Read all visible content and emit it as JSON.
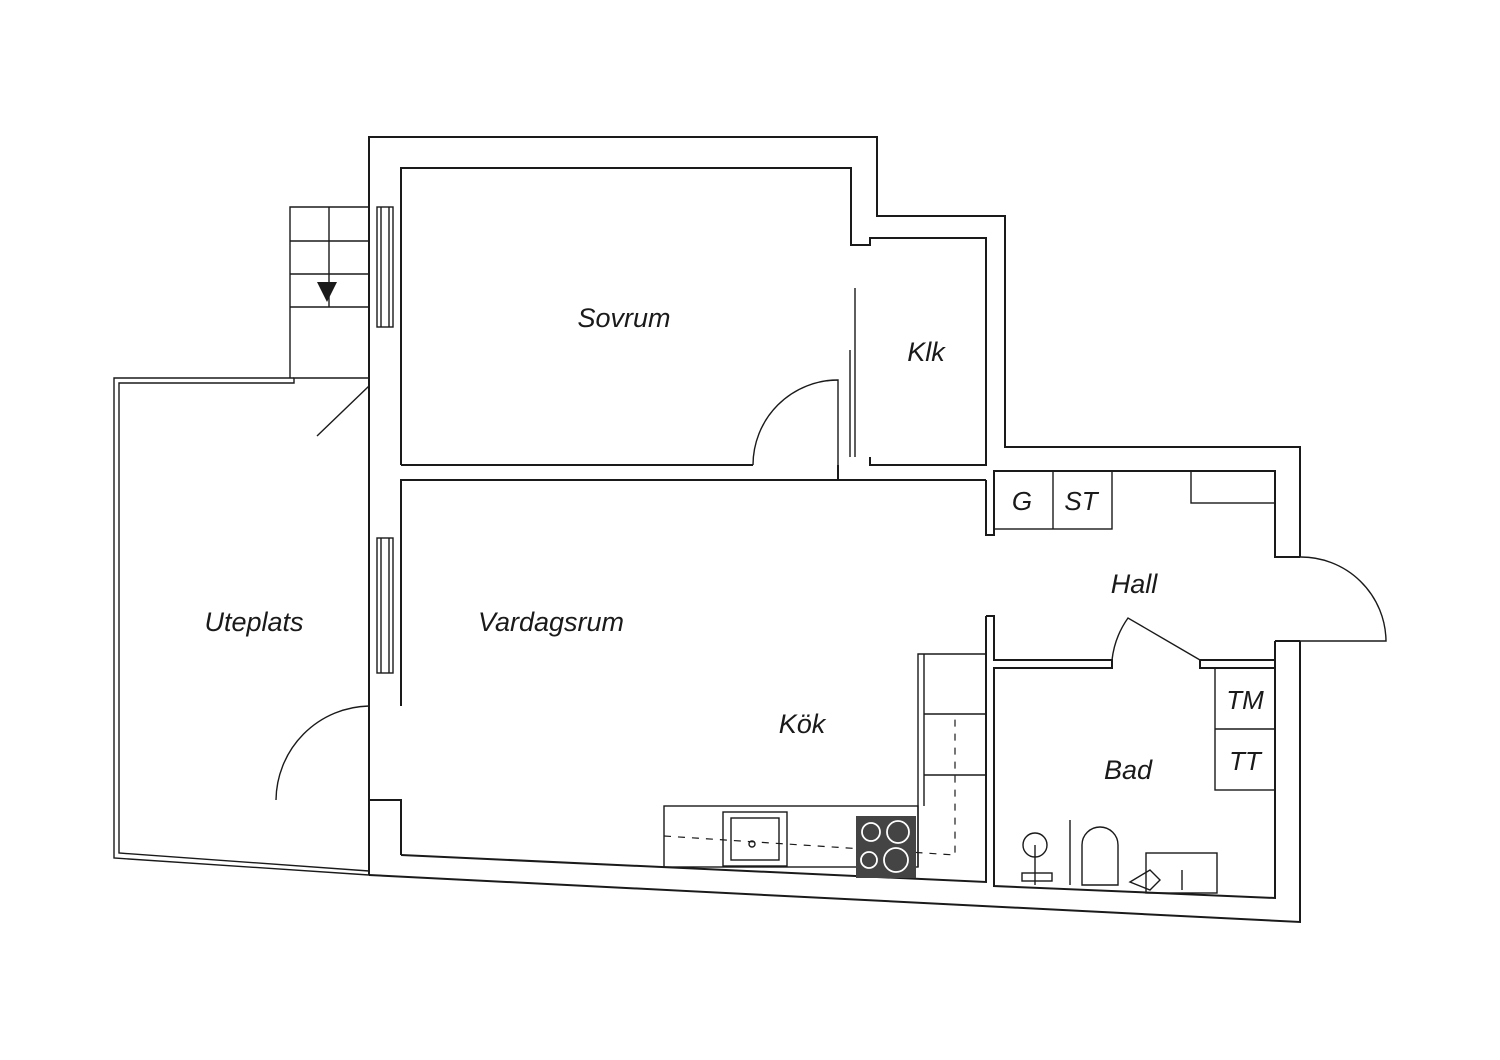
{
  "rooms": {
    "sovrum": "Sovrum",
    "klk": "Klk",
    "uteplats": "Uteplats",
    "vardagsrum": "Vardagsrum",
    "kok": "Kök",
    "hall": "Hall",
    "bad": "Bad"
  },
  "fixtures": {
    "g": "G",
    "st": "ST",
    "tm": "TM",
    "tt": "TT"
  }
}
